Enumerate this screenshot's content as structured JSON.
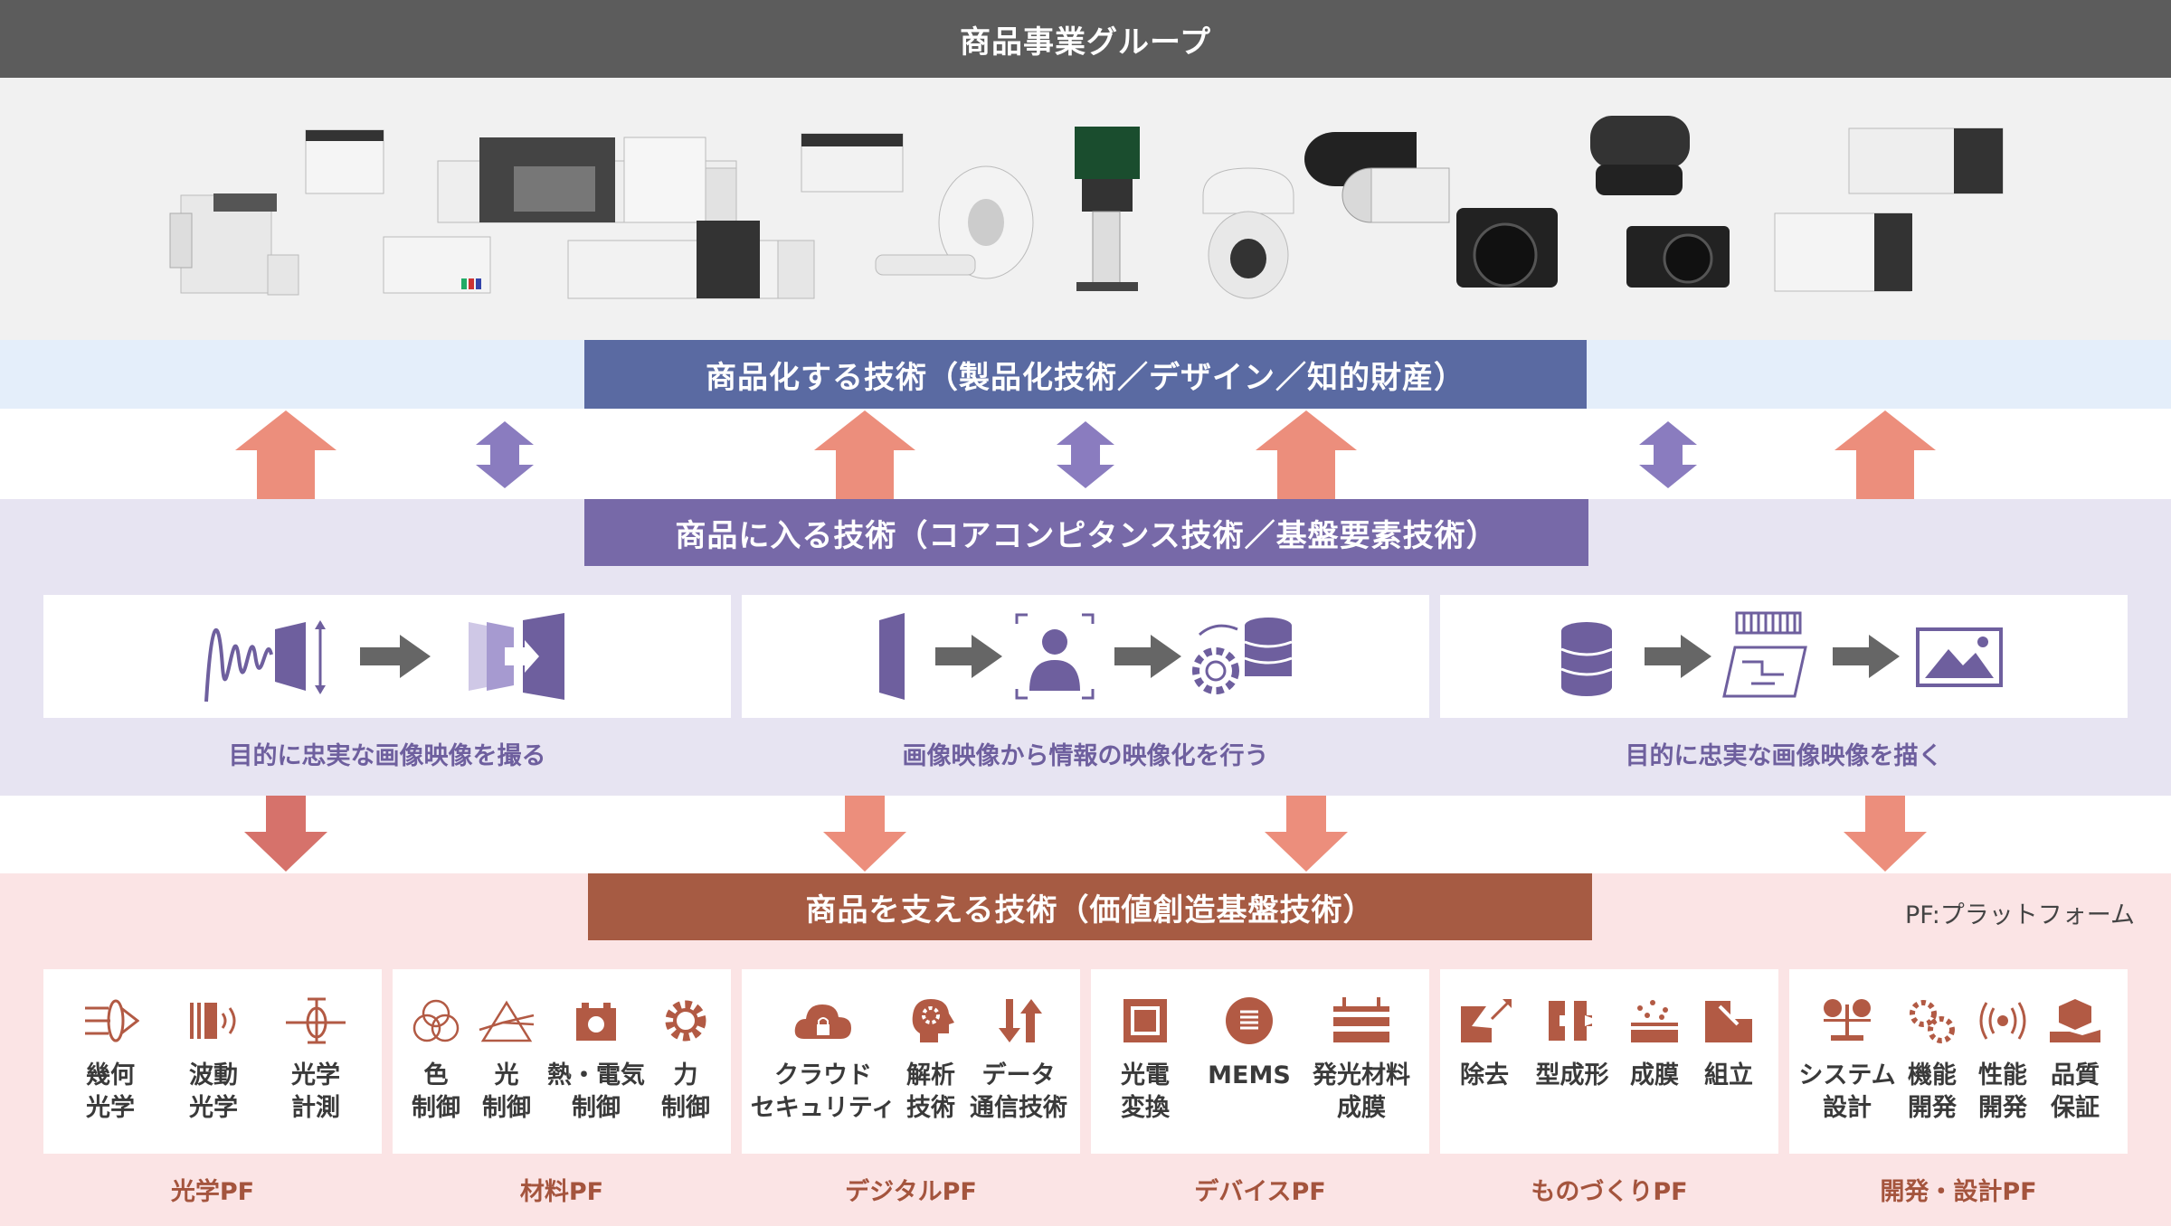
{
  "header": {
    "title": "商品事業グループ"
  },
  "layers": {
    "productization": "商品化する技術（製品化技術／デザイン／知的財産）",
    "core": "商品に入る技術（コアコンピタンス技術／基盤要素技術）",
    "foundation": "商品を支える技術（価値創造基盤技術）"
  },
  "pipelines": [
    {
      "caption": "目的に忠実な画像映像を撮る"
    },
    {
      "caption": "画像映像から情報の映像化を行う"
    },
    {
      "caption": "目的に忠実な画像映像を描く"
    }
  ],
  "pf_note": "PF:プラットフォーム",
  "platforms": [
    {
      "name": "光学PF",
      "items": [
        {
          "l1": "幾何",
          "l2": "光学",
          "icon": "light-beam-icon"
        },
        {
          "l1": "波動",
          "l2": "光学",
          "icon": "wave-icon"
        },
        {
          "l1": "光学",
          "l2": "計測",
          "icon": "optical-measure-icon"
        }
      ]
    },
    {
      "name": "材料PF",
      "items": [
        {
          "l1": "色",
          "l2": "制御",
          "icon": "rgb-circles-icon"
        },
        {
          "l1": "光",
          "l2": "制御",
          "icon": "prism-icon"
        },
        {
          "l1": "熱・電気",
          "l2": "制御",
          "icon": "battery-icon"
        },
        {
          "l1": "力",
          "l2": "制御",
          "icon": "gear-icon"
        }
      ]
    },
    {
      "name": "デジタルPF",
      "items": [
        {
          "l1": "クラウド",
          "l2": "セキュリティ",
          "icon": "cloud-lock-icon"
        },
        {
          "l1": "解析",
          "l2": "技術",
          "icon": "head-gear-icon"
        },
        {
          "l1": "データ",
          "l2": "通信技術",
          "icon": "up-down-arrows-icon"
        }
      ]
    },
    {
      "name": "デバイスPF",
      "items": [
        {
          "l1": "光電",
          "l2": "変換",
          "icon": "chip-icon"
        },
        {
          "l1": "MEMS",
          "l2": "",
          "icon": "mems-icon"
        },
        {
          "l1": "発光材料",
          "l2": "成膜",
          "icon": "layers-icon"
        }
      ]
    },
    {
      "name": "ものづくりPF",
      "items": [
        {
          "l1": "除去",
          "l2": "",
          "icon": "removal-icon"
        },
        {
          "l1": "型成形",
          "l2": "",
          "icon": "molding-icon"
        },
        {
          "l1": "成膜",
          "l2": "",
          "icon": "film-icon"
        },
        {
          "l1": "組立",
          "l2": "",
          "icon": "assembly-icon"
        }
      ]
    },
    {
      "name": "開発・設計PF",
      "items": [
        {
          "l1": "システム",
          "l2": "設計",
          "icon": "balance-icon"
        },
        {
          "l1": "機能",
          "l2": "開発",
          "icon": "gears-icon"
        },
        {
          "l1": "性能",
          "l2": "開発",
          "icon": "signal-icon"
        },
        {
          "l1": "品質",
          "l2": "保証",
          "icon": "box-hand-icon"
        }
      ]
    }
  ]
}
